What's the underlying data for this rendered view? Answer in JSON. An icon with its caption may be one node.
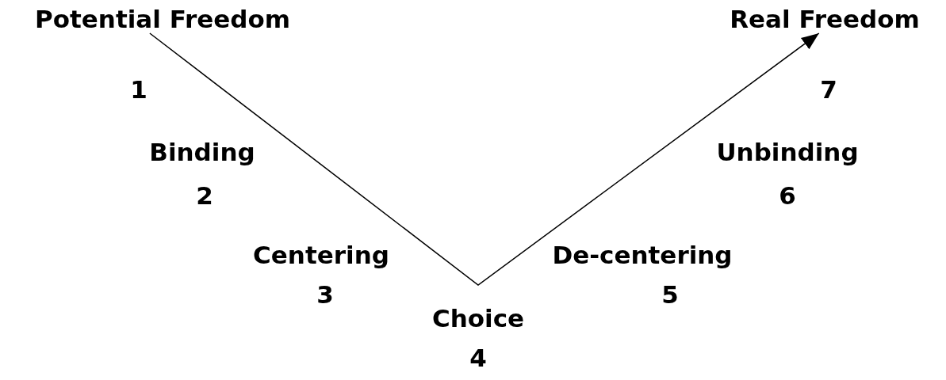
{
  "diagram": {
    "nodes": [
      {
        "text": [
          "Potential Freedom"
        ],
        "beside": [
          "1"
        ]
      },
      {
        "text": [
          "Binding"
        ],
        "beside": [
          "2"
        ]
      },
      {
        "text": [
          "Centering"
        ],
        "beside": [
          "3"
        ]
      },
      {
        "text": [
          "Choice"
        ],
        "beside": [
          "4"
        ]
      },
      {
        "text": [
          "De-centering"
        ],
        "beside": [
          "5"
        ]
      },
      {
        "text": [
          "Unbinding"
        ],
        "beside": [
          "6"
        ]
      },
      {
        "text": [
          "Real Freedom"
        ],
        "beside": [
          "7"
        ]
      }
    ],
    "edges": [
      {
        "from": 0,
        "to": 6,
        "arrow": "to"
      }
    ]
  }
}
